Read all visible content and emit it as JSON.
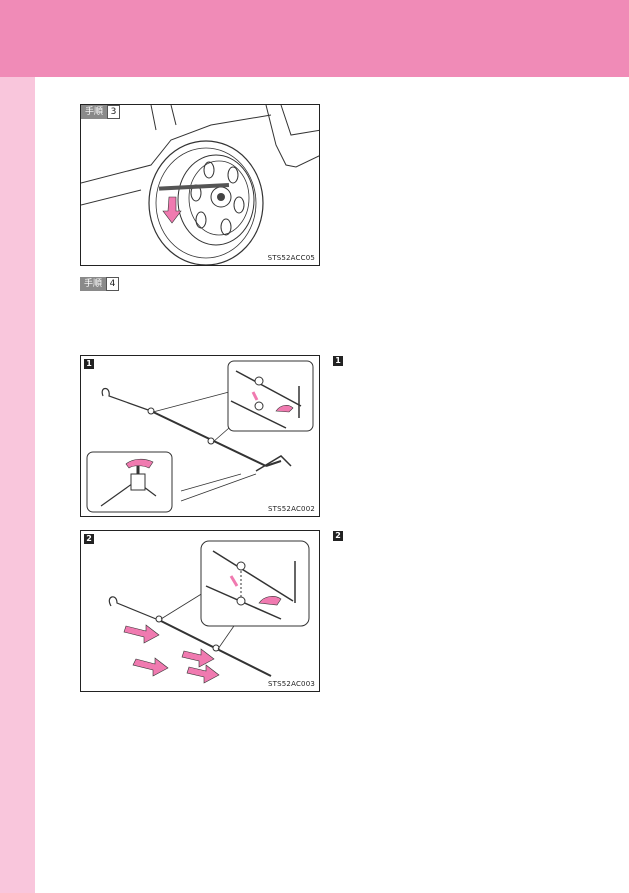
{
  "colors": {
    "header": "#f08bb7",
    "sidebar": "#f9c6dc",
    "arrow": "#f07ab0"
  },
  "step3": {
    "label": "手順",
    "number": "3",
    "code": "STS52ACC05"
  },
  "step4": {
    "label": "手順",
    "number": "4"
  },
  "figure1": {
    "badge": "1",
    "code": "STS52AC002"
  },
  "figure2": {
    "badge": "2",
    "code": "STS52AC003"
  },
  "side_markers": [
    "1",
    "2"
  ]
}
